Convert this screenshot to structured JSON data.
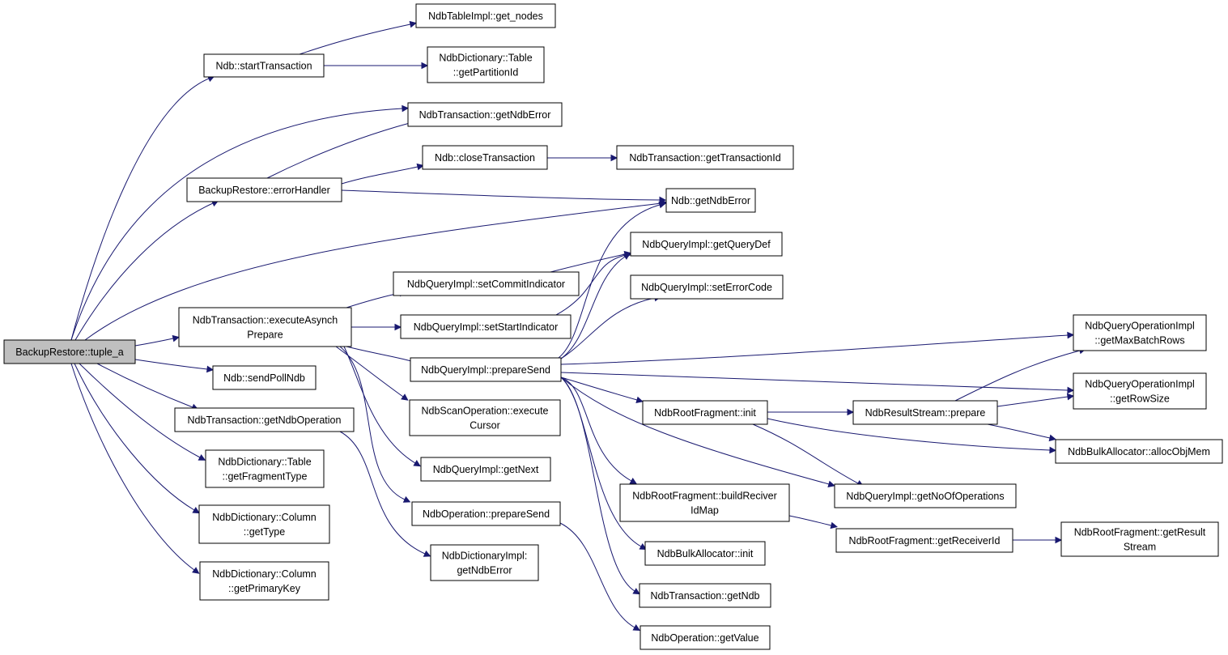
{
  "colors": {
    "edge": "#191970",
    "root_fill": "#bfbfbf",
    "node_fill": "#ffffff",
    "border": "#000000"
  },
  "nodes": [
    {
      "id": "tuple_a",
      "lines": [
        "BackupRestore::tuple_a"
      ],
      "root": true
    },
    {
      "id": "startTransaction",
      "lines": [
        "Ndb::startTransaction"
      ]
    },
    {
      "id": "get_nodes",
      "lines": [
        "NdbTableImpl::get_nodes"
      ]
    },
    {
      "id": "getPartitionId",
      "lines": [
        "NdbDictionary::Table",
        "::getPartitionId"
      ]
    },
    {
      "id": "trans_getNdbError",
      "lines": [
        "NdbTransaction::getNdbError"
      ]
    },
    {
      "id": "closeTransaction",
      "lines": [
        "Ndb::closeTransaction"
      ]
    },
    {
      "id": "getTransactionId",
      "lines": [
        "NdbTransaction::getTransactionId"
      ]
    },
    {
      "id": "errorHandler",
      "lines": [
        "BackupRestore::errorHandler"
      ]
    },
    {
      "id": "ndb_getNdbError",
      "lines": [
        "Ndb::getNdbError"
      ]
    },
    {
      "id": "getQueryDef",
      "lines": [
        "NdbQueryImpl::getQueryDef"
      ]
    },
    {
      "id": "setCommitIndicator",
      "lines": [
        "NdbQueryImpl::setCommitIndicator"
      ]
    },
    {
      "id": "setErrorCode",
      "lines": [
        "NdbQueryImpl::setErrorCode"
      ]
    },
    {
      "id": "executeAsynchPrepare",
      "lines": [
        "NdbTransaction::executeAsynch",
        "Prepare"
      ]
    },
    {
      "id": "setStartIndicator",
      "lines": [
        "NdbQueryImpl::setStartIndicator"
      ]
    },
    {
      "id": "getMaxBatchRows",
      "lines": [
        "NdbQueryOperationImpl",
        "::getMaxBatchRows"
      ]
    },
    {
      "id": "q_prepareSend",
      "lines": [
        "NdbQueryImpl::prepareSend"
      ]
    },
    {
      "id": "sendPollNdb",
      "lines": [
        "Ndb::sendPollNdb"
      ]
    },
    {
      "id": "getRowSize",
      "lines": [
        "NdbQueryOperationImpl",
        "::getRowSize"
      ]
    },
    {
      "id": "executeCursor",
      "lines": [
        "NdbScanOperation::execute",
        "Cursor"
      ]
    },
    {
      "id": "rootInit",
      "lines": [
        "NdbRootFragment::init"
      ]
    },
    {
      "id": "rsPrepare",
      "lines": [
        "NdbResultStream::prepare"
      ]
    },
    {
      "id": "getNdbOperation",
      "lines": [
        "NdbTransaction::getNdbOperation"
      ]
    },
    {
      "id": "allocObjMem",
      "lines": [
        "NdbBulkAllocator::allocObjMem"
      ]
    },
    {
      "id": "getFragmentType",
      "lines": [
        "NdbDictionary::Table",
        "::getFragmentType"
      ]
    },
    {
      "id": "getNext",
      "lines": [
        "NdbQueryImpl::getNext"
      ]
    },
    {
      "id": "getNoOfOperations",
      "lines": [
        "NdbQueryImpl::getNoOfOperations"
      ]
    },
    {
      "id": "buildReciverIdMap",
      "lines": [
        "NdbRootFragment::buildReciver",
        "IdMap"
      ]
    },
    {
      "id": "getType",
      "lines": [
        "NdbDictionary::Column",
        "::getType"
      ]
    },
    {
      "id": "op_prepareSend",
      "lines": [
        "NdbOperation::prepareSend"
      ]
    },
    {
      "id": "getReceiverId",
      "lines": [
        "NdbRootFragment::getReceiverId"
      ]
    },
    {
      "id": "getResultStream",
      "lines": [
        "NdbRootFragment::getResult",
        "Stream"
      ]
    },
    {
      "id": "dictImpl_getNdbError",
      "lines": [
        "NdbDictionaryImpl:",
        "getNdbError"
      ]
    },
    {
      "id": "bulkInit",
      "lines": [
        "NdbBulkAllocator::init"
      ]
    },
    {
      "id": "getPrimaryKey",
      "lines": [
        "NdbDictionary::Column",
        "::getPrimaryKey"
      ]
    },
    {
      "id": "getNdb",
      "lines": [
        "NdbTransaction::getNdb"
      ]
    },
    {
      "id": "getValue",
      "lines": [
        "NdbOperation::getValue"
      ]
    }
  ],
  "edges": [
    [
      "tuple_a",
      "startTransaction"
    ],
    [
      "startTransaction",
      "get_nodes"
    ],
    [
      "startTransaction",
      "getPartitionId"
    ],
    [
      "tuple_a",
      "trans_getNdbError"
    ],
    [
      "tuple_a",
      "errorHandler"
    ],
    [
      "errorHandler",
      "trans_getNdbError"
    ],
    [
      "errorHandler",
      "closeTransaction"
    ],
    [
      "closeTransaction",
      "getTransactionId"
    ],
    [
      "errorHandler",
      "ndb_getNdbError"
    ],
    [
      "tuple_a",
      "ndb_getNdbError"
    ],
    [
      "tuple_a",
      "executeAsynchPrepare"
    ],
    [
      "executeAsynchPrepare",
      "setCommitIndicator"
    ],
    [
      "executeAsynchPrepare",
      "setStartIndicator"
    ],
    [
      "executeAsynchPrepare",
      "q_prepareSend"
    ],
    [
      "executeAsynchPrepare",
      "executeCursor"
    ],
    [
      "executeAsynchPrepare",
      "getNext"
    ],
    [
      "executeAsynchPrepare",
      "op_prepareSend"
    ],
    [
      "setCommitIndicator",
      "getQueryDef"
    ],
    [
      "setStartIndicator",
      "getQueryDef"
    ],
    [
      "q_prepareSend",
      "ndb_getNdbError"
    ],
    [
      "q_prepareSend",
      "getQueryDef"
    ],
    [
      "q_prepareSend",
      "setErrorCode"
    ],
    [
      "q_prepareSend",
      "getMaxBatchRows"
    ],
    [
      "q_prepareSend",
      "getRowSize"
    ],
    [
      "q_prepareSend",
      "rootInit"
    ],
    [
      "q_prepareSend",
      "getNoOfOperations"
    ],
    [
      "q_prepareSend",
      "buildReciverIdMap"
    ],
    [
      "q_prepareSend",
      "bulkInit"
    ],
    [
      "q_prepareSend",
      "getNdb"
    ],
    [
      "rootInit",
      "rsPrepare"
    ],
    [
      "rootInit",
      "allocObjMem"
    ],
    [
      "rootInit",
      "getNoOfOperations"
    ],
    [
      "rsPrepare",
      "getMaxBatchRows"
    ],
    [
      "rsPrepare",
      "getRowSize"
    ],
    [
      "rsPrepare",
      "allocObjMem"
    ],
    [
      "buildReciverIdMap",
      "getReceiverId"
    ],
    [
      "getReceiverId",
      "getResultStream"
    ],
    [
      "tuple_a",
      "sendPollNdb"
    ],
    [
      "tuple_a",
      "getNdbOperation"
    ],
    [
      "getNdbOperation",
      "dictImpl_getNdbError"
    ],
    [
      "tuple_a",
      "getFragmentType"
    ],
    [
      "tuple_a",
      "getType"
    ],
    [
      "tuple_a",
      "getPrimaryKey"
    ],
    [
      "op_prepareSend",
      "getValue"
    ]
  ]
}
